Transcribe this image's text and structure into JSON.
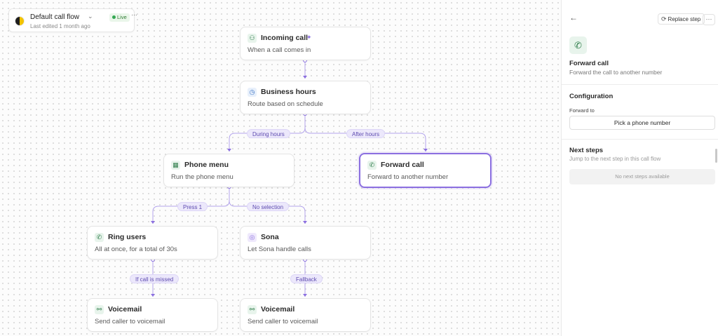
{
  "flow": {
    "name": "Default call flow",
    "status": "Live",
    "last_edited": "Last edited 1 month ago",
    "more": "···"
  },
  "nodes": {
    "incoming_call": {
      "title": "Incoming call",
      "subtitle": "When a call comes in",
      "icon": "people-icon"
    },
    "business_hours": {
      "title": "Business hours",
      "subtitle": "Route based on schedule",
      "icon": "clock-icon"
    },
    "phone_menu": {
      "title": "Phone menu",
      "subtitle": "Run the phone menu",
      "icon": "keypad-icon"
    },
    "forward_call": {
      "title": "Forward call",
      "subtitle": "Forward to another number",
      "icon": "phone-forward-icon"
    },
    "ring_users": {
      "title": "Ring users",
      "subtitle": "All at once, for a total of 30s",
      "icon": "phone-ring-icon"
    },
    "sona": {
      "title": "Sona",
      "subtitle": "Let Sona handle calls",
      "icon": "sona-icon"
    },
    "voicemail_1": {
      "title": "Voicemail",
      "subtitle": "Send caller to voicemail",
      "icon": "voicemail-icon"
    },
    "voicemail_2": {
      "title": "Voicemail",
      "subtitle": "Send caller to voicemail",
      "icon": "voicemail-icon"
    }
  },
  "edge_labels": {
    "during_hours": "During hours",
    "after_hours": "After hours",
    "press_1": "Press 1",
    "no_selection": "No selection",
    "if_missed": "If call is missed",
    "fallback": "Fallback"
  },
  "panel": {
    "replace_label": "Replace step",
    "more": "···",
    "title": "Forward call",
    "subtitle": "Forward the call to another number",
    "configuration_title": "Configuration",
    "forward_to_label": "Forward to",
    "pick_button": "Pick a phone number",
    "next_steps_title": "Next steps",
    "next_steps_subtitle": "Jump to the next step in this call flow",
    "no_next_steps": "No next steps available"
  },
  "colors": {
    "accent": "#8b6fe0",
    "edge": "#b3a4ec",
    "green": "#2e7d4a",
    "live": "#34a853"
  }
}
